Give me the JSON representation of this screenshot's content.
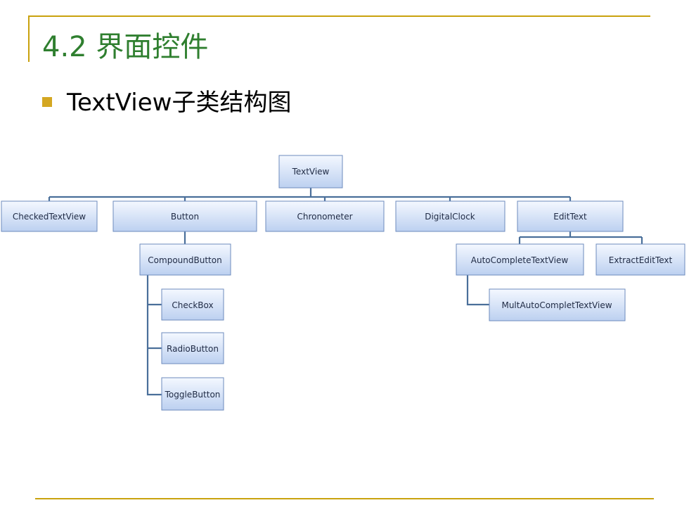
{
  "title": "4.2 界面控件",
  "bullet": "TextView子类结构图",
  "colors": {
    "accent_rule": "#c9a20e",
    "title": "#2f7f2f",
    "bullet": "#d4a722",
    "box_border": "#6d8bbd",
    "connector": "#4a6f9a"
  },
  "nodes": {
    "textview": "TextView",
    "checkedtextview": "CheckedTextView",
    "button": "Button",
    "chronometer": "Chronometer",
    "digitalclock": "DigitalClock",
    "edittext": "EditText",
    "compoundbutton": "CompoundButton",
    "checkbox": "CheckBox",
    "radiobutton": "RadioButton",
    "togglebutton": "ToggleButton",
    "autocompletetextview": "AutoCompleteTextView",
    "extractedittext": "ExtractEditText",
    "multautocompletetextview": "MultAutoCompletTextView"
  }
}
